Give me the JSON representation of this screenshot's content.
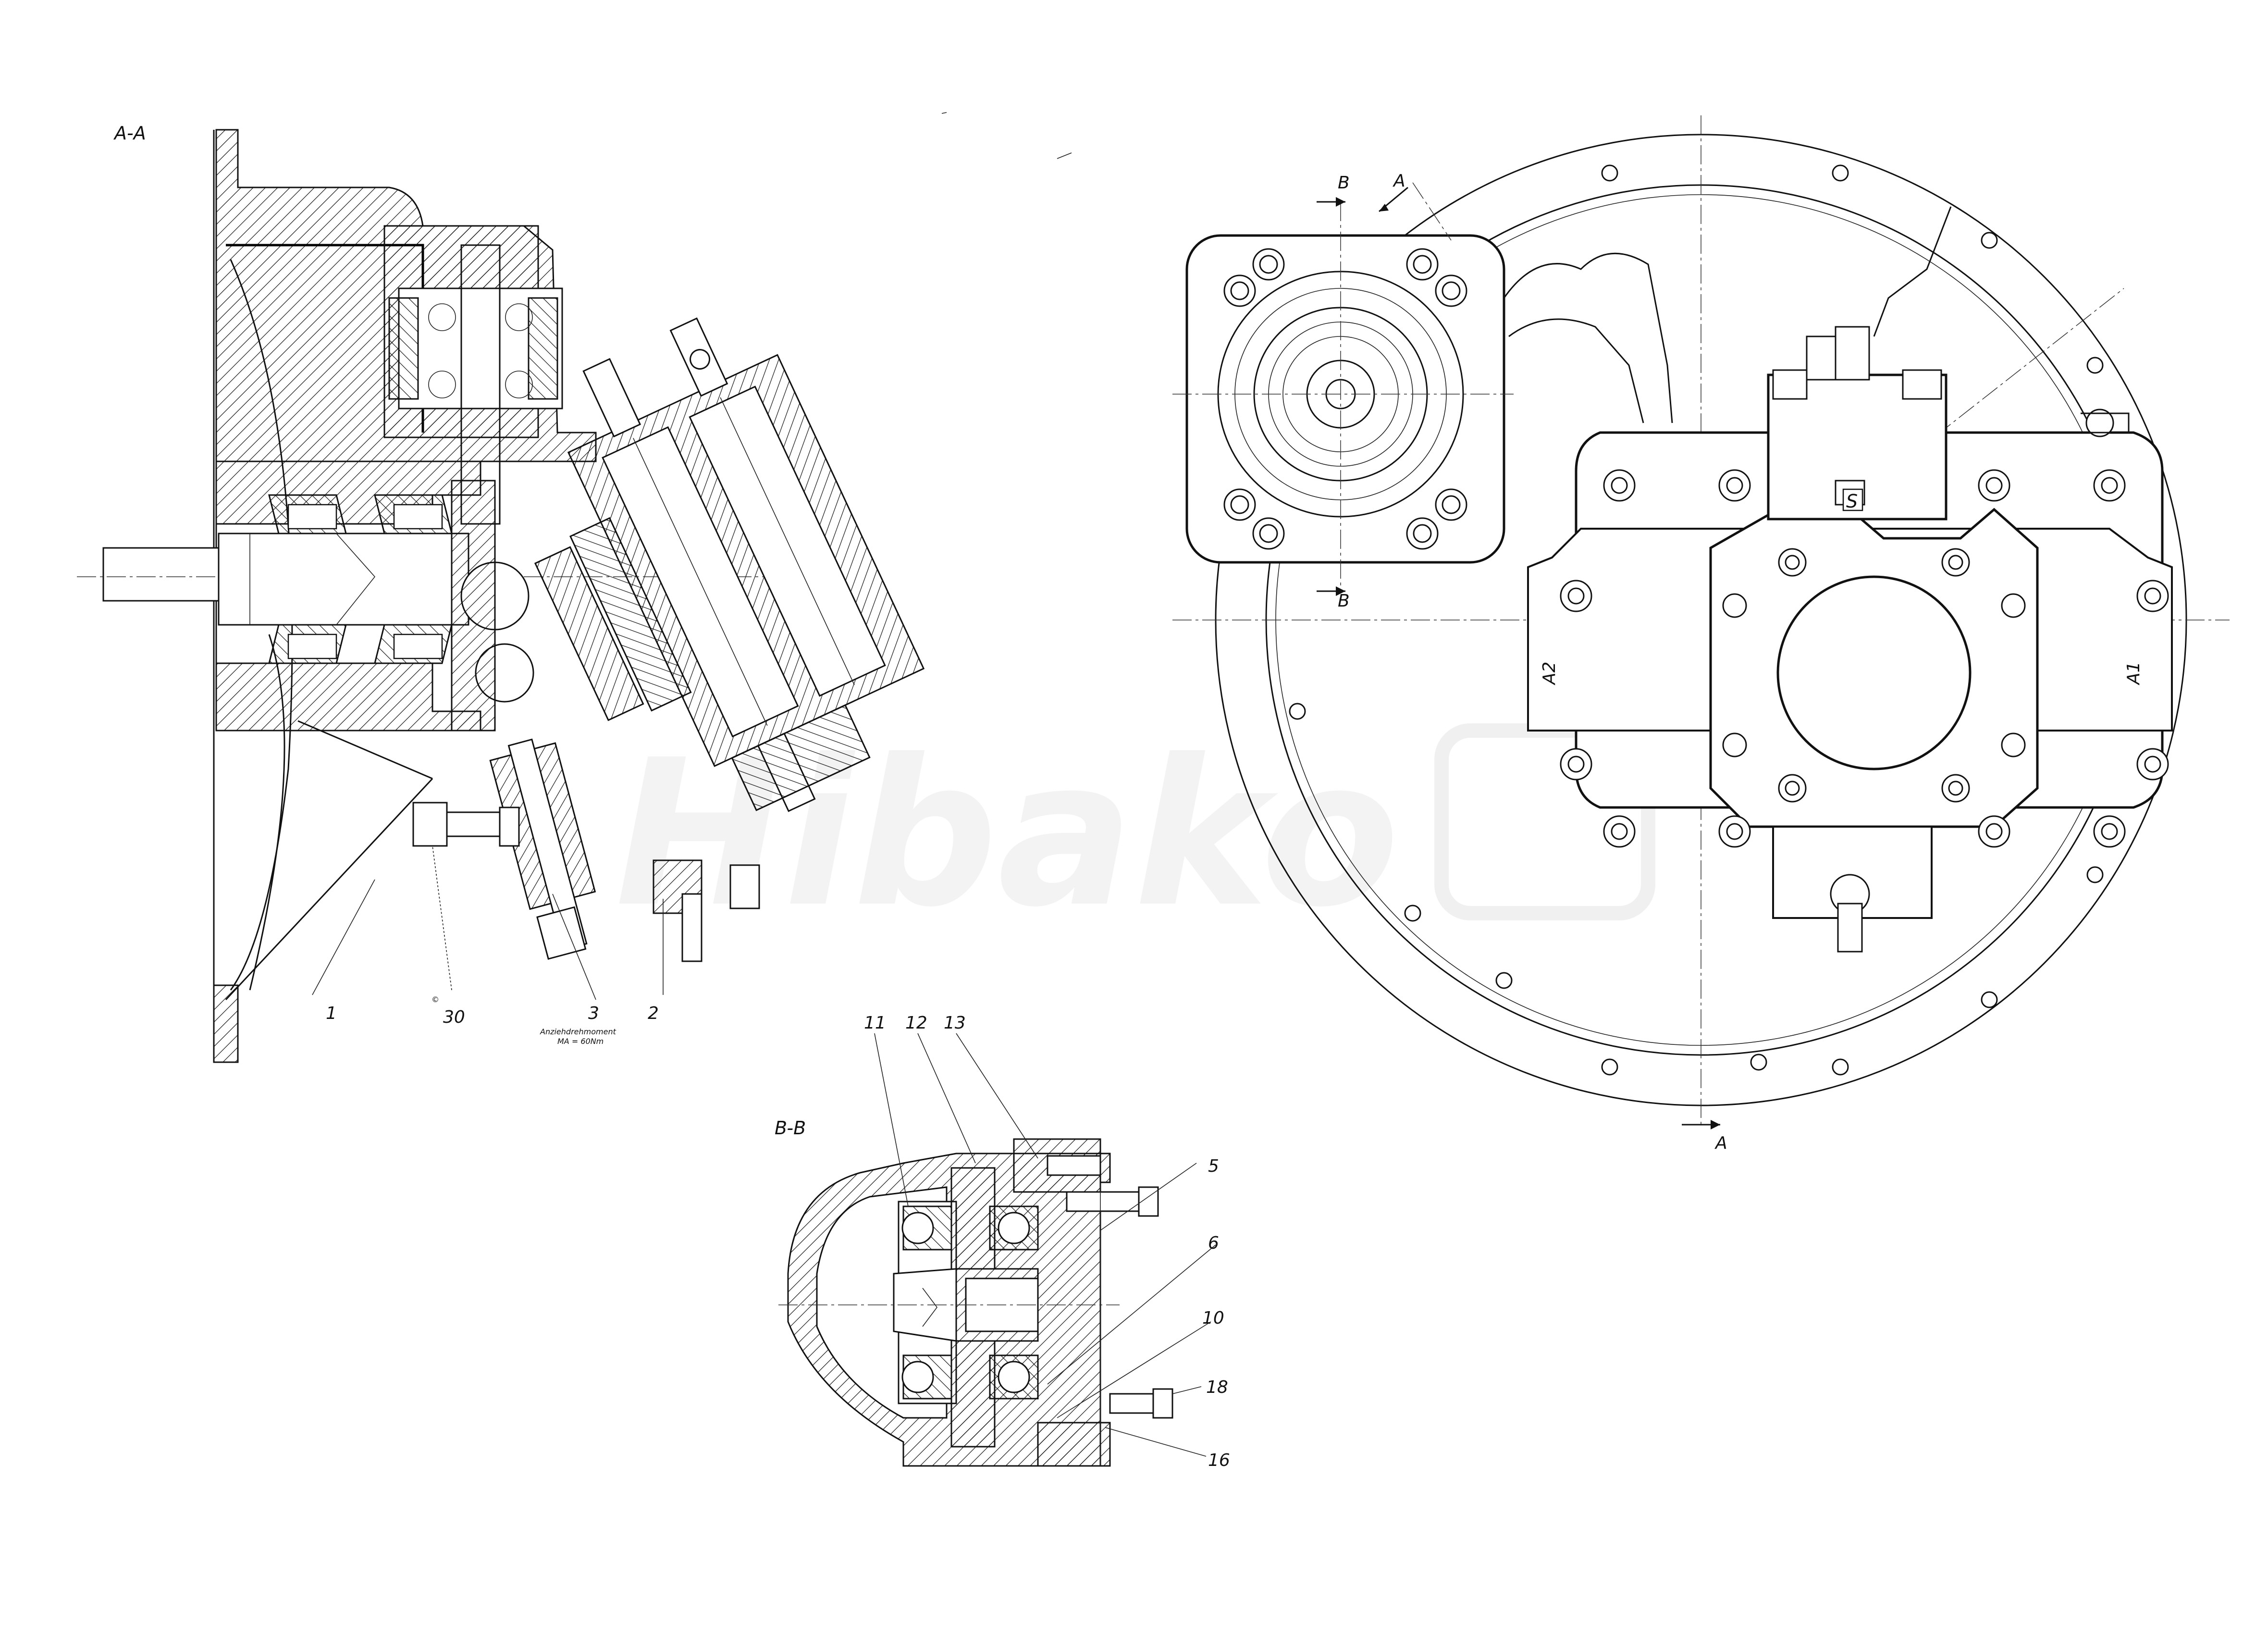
{
  "sections": {
    "aa": "A-A",
    "bb": "B-B"
  },
  "callouts_aa": {
    "c1": "1",
    "c30": "30",
    "c3": "3",
    "c2": "2",
    "torque_line1": "Anziehdrehmoment",
    "torque_line2": "MA = 60Nm"
  },
  "callouts_bb": {
    "c11": "11",
    "c12": "12",
    "c13": "13",
    "c5": "5",
    "c6": "6",
    "c10": "10",
    "c18": "18",
    "c16": "16"
  },
  "view_markers": {
    "b_top": "B",
    "b_bottom": "B",
    "a_top": "A",
    "a_bottom": "A",
    "s_label": "S",
    "a1_label": "A1",
    "a2_label": "A2"
  },
  "watermark": "Hibako",
  "colors": {
    "ink": "#111111",
    "paper": "#ffffff",
    "watermark": "#f3f3f3"
  }
}
